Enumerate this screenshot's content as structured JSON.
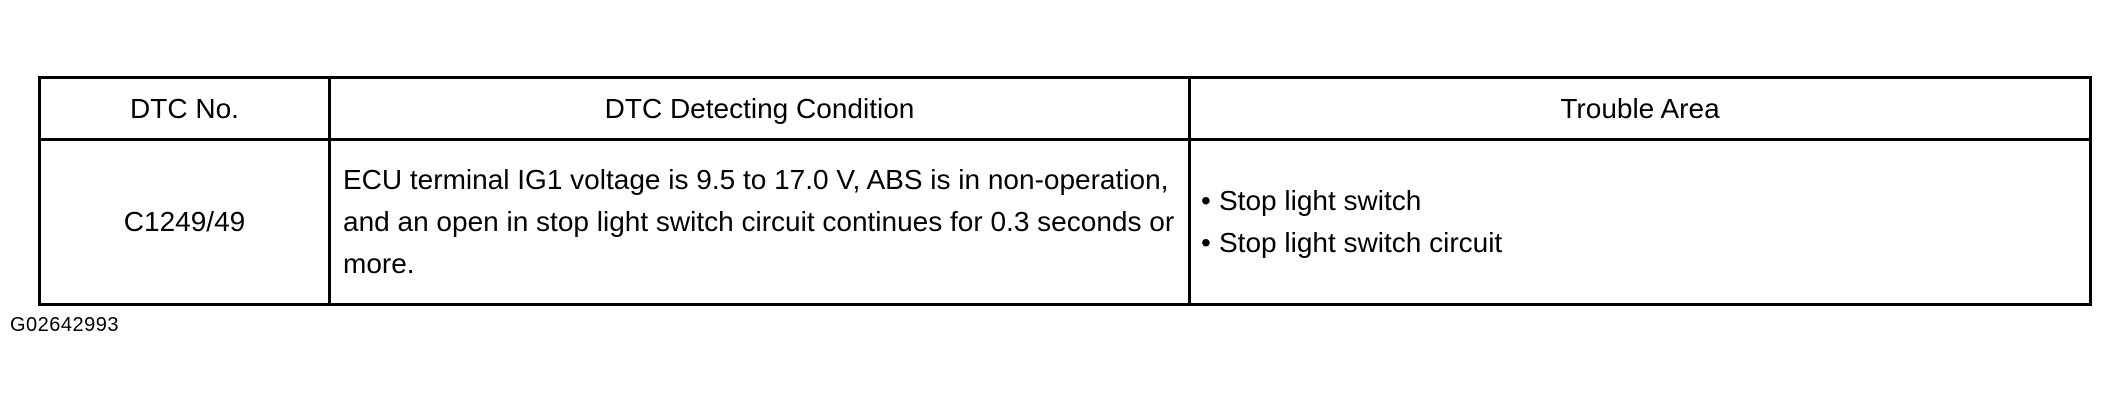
{
  "table": {
    "headers": {
      "dtc_no": "DTC No.",
      "condition": "DTC Detecting Condition",
      "trouble_area": "Trouble Area"
    },
    "rows": [
      {
        "dtc_no": "C1249/49",
        "condition": "ECU terminal IG1 voltage is 9.5 to 17.0 V, ABS is in non-operation, and an open in stop light switch circuit continues for 0.3 seconds or more.",
        "trouble_area": [
          "Stop light switch",
          "Stop light switch circuit"
        ],
        "bullet": "•"
      }
    ]
  },
  "figure_id": "G02642993"
}
